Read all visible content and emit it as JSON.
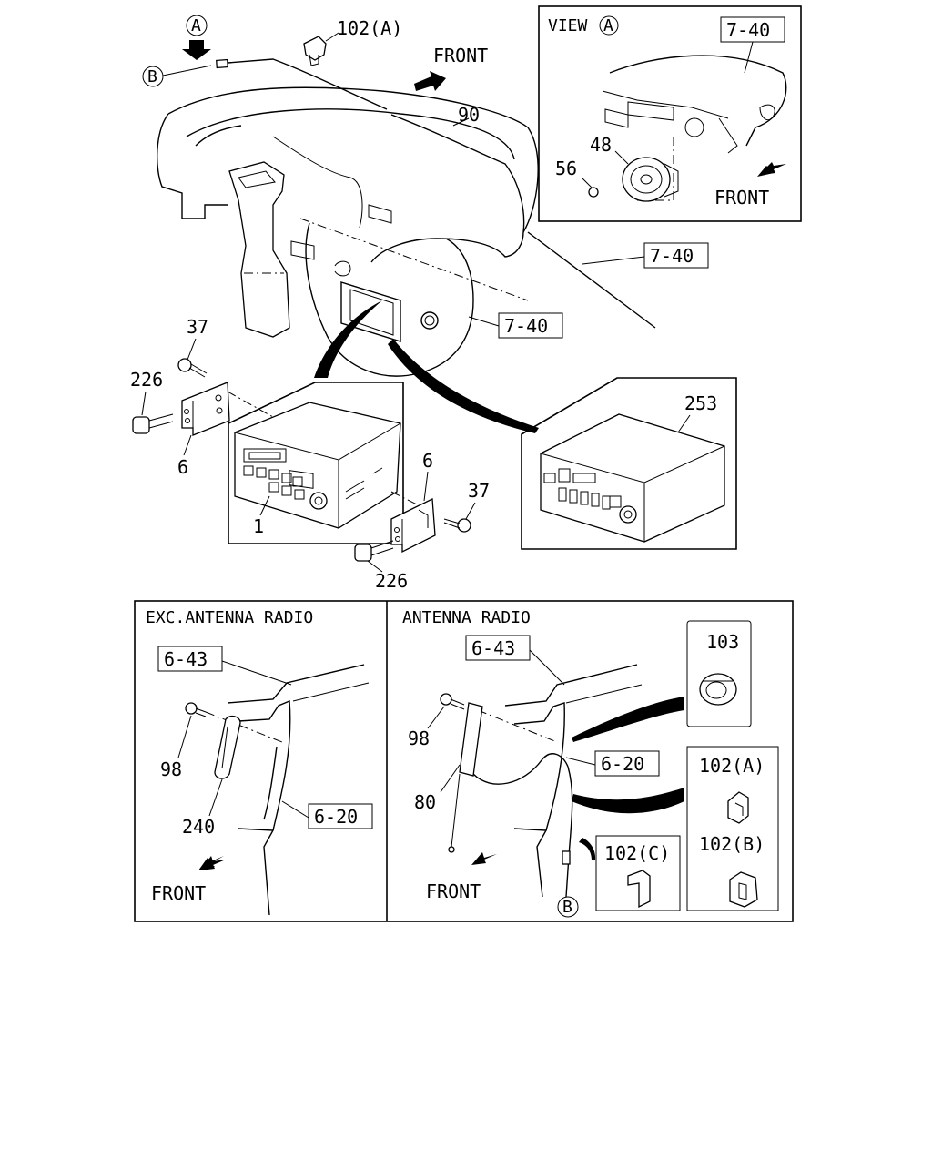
{
  "labels": {
    "view_a_marker": "A",
    "part_102a_top": "102(A)",
    "front_top": "FRONT",
    "b_marker_top": "B",
    "part_90": "90",
    "view_title": "VIEW",
    "view_title_marker": "A",
    "ref_7_40_view": "7-40",
    "part_48": "48",
    "part_56": "56",
    "front_view": "FRONT",
    "ref_7_40_mid": "7-40",
    "ref_7_40_low": "7-40",
    "part_37_left": "37",
    "part_226_left": "226",
    "part_6_left": "6",
    "part_1": "1",
    "part_6_right": "6",
    "part_37_right": "37",
    "part_226_bottom": "226",
    "part_253": "253",
    "exc_title": "EXC.ANTENNA RADIO",
    "exc_ref_6_43": "6-43",
    "exc_part_98": "98",
    "exc_part_240": "240",
    "exc_ref_6_20": "6-20",
    "exc_front": "FRONT",
    "ant_title": "ANTENNA RADIO",
    "ant_ref_6_43": "6-43",
    "ant_part_98": "98",
    "ant_part_80": "80",
    "ant_ref_6_20": "6-20",
    "ant_front": "FRONT",
    "ant_b_marker": "B",
    "part_103": "103",
    "part_102a_box": "102(A)",
    "part_102b_box": "102(B)",
    "part_102c_box": "102(C)"
  },
  "icons": [
    "front-arrow-icon",
    "view-arrow-icon",
    "speaker-icon",
    "radio-unit-icon",
    "bracket-icon",
    "bolt-icon",
    "clip-icon",
    "grommet-icon",
    "antenna-icon"
  ]
}
